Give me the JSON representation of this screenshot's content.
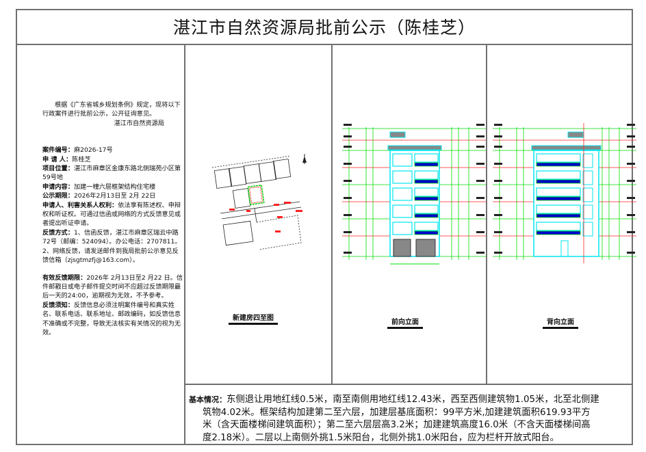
{
  "title": "湛江市自然资源局批前公示（陈桂芝）",
  "notice": {
    "intro": "根据《广东省城乡规划条例》规定，现将以下行政案件进行批前公示，公开征询意见。",
    "issuer": "湛江市自然资源局",
    "fields": [
      {
        "label": "案件编号：",
        "value": "麻2026-17号"
      },
      {
        "label": "申 请 人：",
        "value": "陈桂芝"
      },
      {
        "label": "项目位置：",
        "value": "湛江市麻章区金康东路北侧瑞苑小区第59号地"
      },
      {
        "label": "申请内容：",
        "value": "加建一幢六层框架结构住宅楼"
      },
      {
        "label": "公示期限：",
        "value": "2026年2月13日至 2月 22日"
      },
      {
        "label": "申请人、利害关系人权利：",
        "value": "依法享有陈述权、申辩权和听证权。可通过信函或网络的方式反馈意见或者提出听证申请。"
      },
      {
        "label": "反馈方式：",
        "value": "1、信函反馈，湛江市麻章区瑞云中路72号（邮编：524094）。办公电话：2707811。"
      }
    ],
    "feedback_online": "2、网络反馈，请发送邮件到我局批前公示意见反馈信箱（zjsgtmzfj@163.com）。",
    "deadline": {
      "label": "有效反馈期限：",
      "value": "2026年 2月13日至2 月22 日。信件邮戳日或电子邮件提交时间不应超过反馈期限最后一天的24:00，逾期视为无效，不予参考。"
    },
    "requirements": {
      "label": "反馈须知：",
      "value": "反馈信息必须注明案件编号和真实姓名、联系电话、联系地址、邮政编码，如反馈信息不准确或不完整，导致无法核实有关情况的视为无效。"
    }
  },
  "drawings": {
    "site_plan": "新建房四至图",
    "front": "前向立面",
    "back": "背向立面"
  },
  "basic": {
    "label": "基本情况：",
    "line1": "东侧退让用地红线0.5米，南至南侧用地红线12.43米，西至西侧建筑物1.05米，北至北侧建",
    "line2": "筑物4.02米。框架结构加建第二至六层，加建层基底面积：99平方米,加建建筑面积619.93平方",
    "line3": "米（含天面楼梯间建筑面积）；第二至六层层高3.2米；加建建筑高度16.0米（不含天面楼梯间高",
    "line4": "度2.18米）。二层以上南侧外挑1.5米阳台，北侧外挑1.0米阳台，应为栏杆开放式阳台。"
  },
  "colors": {
    "frame": "#707070",
    "cyan": "#00e5ee",
    "green": "#00dd00",
    "red": "#ff2020",
    "blue": "#0000cc"
  }
}
